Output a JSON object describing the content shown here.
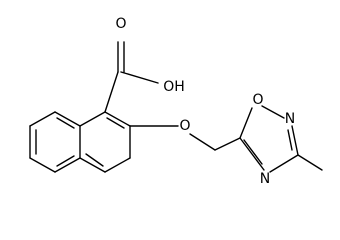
{
  "structure": {
    "atoms": {
      "carbonyl_o": "O",
      "hydroxyl": "OH",
      "ether_o": "O",
      "ring_o": "O",
      "ring_n_top": "N",
      "ring_n_bottom": "N"
    }
  }
}
